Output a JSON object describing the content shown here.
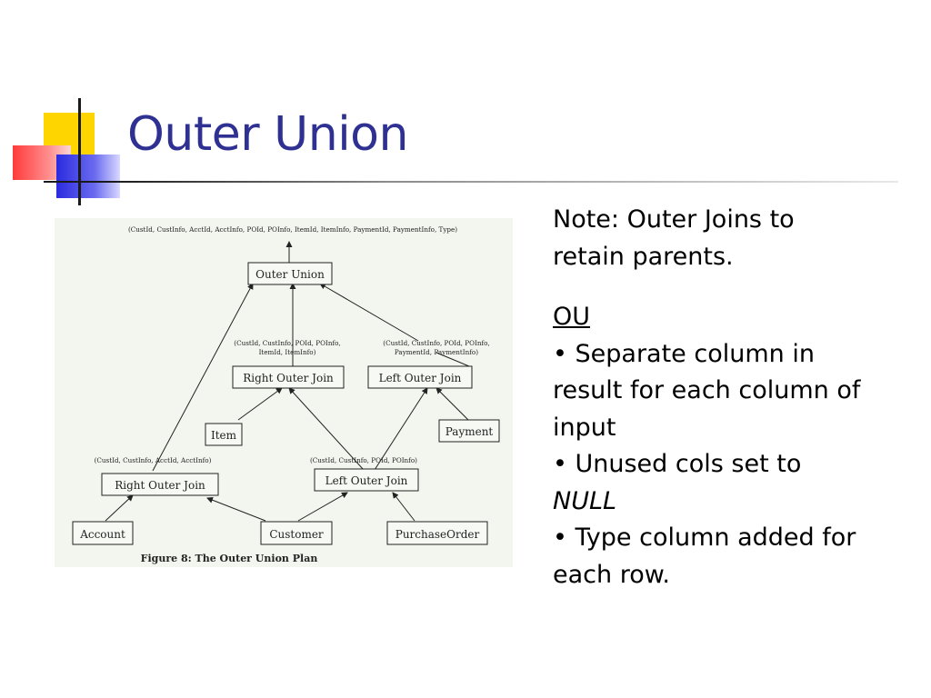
{
  "slide": {
    "title": "Outer Union"
  },
  "figure": {
    "caption": "Figure 8: The Outer Union Plan",
    "top_schema": "(CustId, CustInfo, AcctId, AcctInfo, POId, POInfo, ItemId, ItemInfo, PaymentId, PaymentInfo, Type)",
    "nodes": {
      "outer_union": "Outer Union",
      "right_outer_join_top": "Right Outer Join",
      "left_outer_join_top": "Left Outer Join",
      "item": "Item",
      "payment": "Payment",
      "right_outer_join_bottom": "Right Outer Join",
      "left_outer_join_bottom": "Left Outer Join",
      "account": "Account",
      "customer": "Customer",
      "purchase_order": "PurchaseOrder"
    },
    "schemas": {
      "roj_top_line1": "(CustId, CustInfo, POId, POInfo,",
      "roj_top_line2": "ItemId, ItemInfo)",
      "loj_top_line1": "(CustId, CustInfo, POId, POInfo,",
      "loj_top_line2": "PaymentId, PaymentInfo)",
      "roj_bottom": "(CustId, CustInfo, AcctId, AcctInfo)",
      "loj_bottom": "(CustId, CustInfo, POId, POInfo)"
    }
  },
  "notes": {
    "line1": "Note: Outer Joins to",
    "line2": "retain parents.",
    "heading": "OU",
    "b1a": "• Separate column in",
    "b1b": "result for each column of",
    "b1c": "input",
    "b2a": "• Unused cols set to",
    "b2b": "NULL",
    "b3a": "• Type column added for",
    "b3b": "each row."
  }
}
